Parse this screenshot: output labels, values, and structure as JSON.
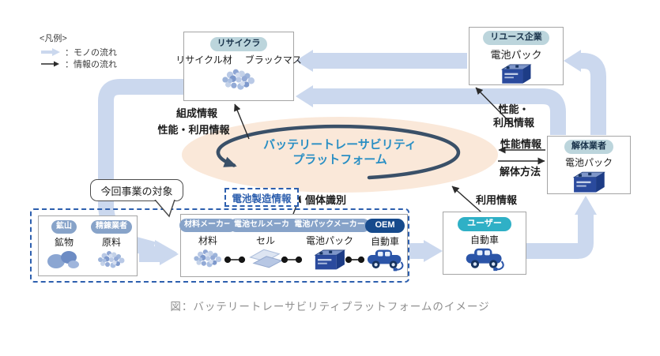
{
  "legend": {
    "title": "<凡例>",
    "items": [
      {
        "name": "material-flow",
        "label": "：モノの流れ"
      },
      {
        "name": "information-flow",
        "label": "：情報の流れ"
      }
    ]
  },
  "platform": {
    "line1": "バッテリートレーサビリティ",
    "line2": "プラットフォーム"
  },
  "boxes": {
    "recycler": {
      "pill": "リサイクラ",
      "items": [
        "リサイクル材",
        "ブラックマス"
      ]
    },
    "reuse": {
      "pill": "リユース企業",
      "item": "電池パック"
    },
    "dismantler": {
      "pill": "解体業者",
      "item": "電池パック"
    },
    "user": {
      "pill": "ユーザー",
      "item": "自動車"
    },
    "upstream": {
      "columns": [
        {
          "pill": "鉱山",
          "item": "鉱物"
        },
        {
          "pill": "精錬業者",
          "item": "原料"
        }
      ]
    },
    "makers": {
      "columns": [
        {
          "pill": "材料メーカー",
          "item": "材料"
        },
        {
          "pill": "電池セルメーカー",
          "item": "セル"
        },
        {
          "pill": "電池パックメーカー",
          "item": "電池パック"
        },
        {
          "pill": "OEM",
          "item": "自動車"
        }
      ]
    }
  },
  "labels": {
    "composition": "組成情報",
    "perf_usage": "性能・利用情報",
    "perf_usage_r1": "性能・",
    "perf_usage_r2": "利用情報",
    "performance": "性能情報",
    "dismantle_method": "解体方法",
    "usage": "利用情報",
    "battery_mfg": "電池製造情報",
    "individual_id": "個体識別"
  },
  "callout": {
    "label": "今回事業の対象"
  },
  "caption": {
    "text": "図：バッテリートレーサビリティプラットフォームのイメージ"
  },
  "colors": {
    "material_flow": "#CBD8EE",
    "info_arrow": "#2B2B2B",
    "platform_fill": "#FAE8D9",
    "platform_loop": "#3A5068",
    "platform_text": "#2A8FC4",
    "pill_pale": "#BCD5DC",
    "pill_slate": "#87A3C9",
    "pill_navy": "#164A8C",
    "pill_teal": "#2FB0C6",
    "dashed_border": "#2D5FAE"
  }
}
